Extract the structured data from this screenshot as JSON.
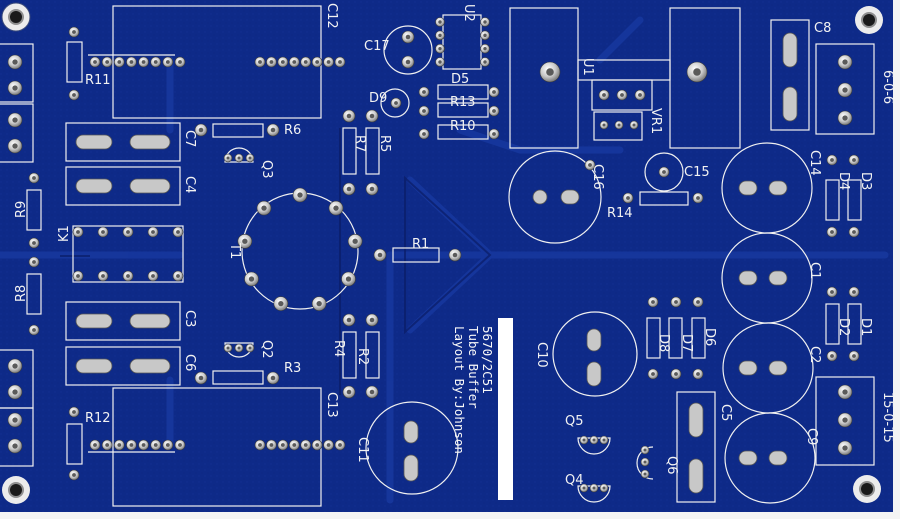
{
  "board": {
    "title_lines": [
      "5670/2C51",
      "Tube Buffer",
      "Layout By:Johnson"
    ],
    "connector_labels": {
      "top_right": "6-0-6",
      "bottom_right": "15-0-15"
    },
    "refs": {
      "C12": "C12",
      "C13": "C13",
      "C17": "C17",
      "U2": "U2",
      "D5": "D5",
      "D9": "D9",
      "R13": "R13",
      "R10": "R10",
      "U1": "U1",
      "VR1": "VR1",
      "C8": "C8",
      "R11": "R11",
      "R12": "R12",
      "R6": "R6",
      "R3": "R3",
      "C7": "C7",
      "C4": "C4",
      "C3": "C3",
      "C6": "C6",
      "Q3": "Q3",
      "Q2": "Q2",
      "R7": "R7",
      "R5": "R5",
      "R4": "R4",
      "R2": "R2",
      "R1": "R1",
      "T1": "T1",
      "K1": "K1",
      "R9": "R9",
      "R8": "R8",
      "C11": "C11",
      "C10": "C10",
      "Q5": "Q5",
      "Q4": "Q4",
      "Q6": "Q6",
      "C5": "C5",
      "C9": "C9",
      "C2": "C2",
      "C1": "C1",
      "C14": "C14",
      "C15": "C15",
      "C16": "C16",
      "R14": "R14",
      "D1": "D1",
      "D2": "D2",
      "D3": "D3",
      "D4": "D4",
      "D6": "D6",
      "D7": "D7",
      "D8": "D8"
    }
  }
}
